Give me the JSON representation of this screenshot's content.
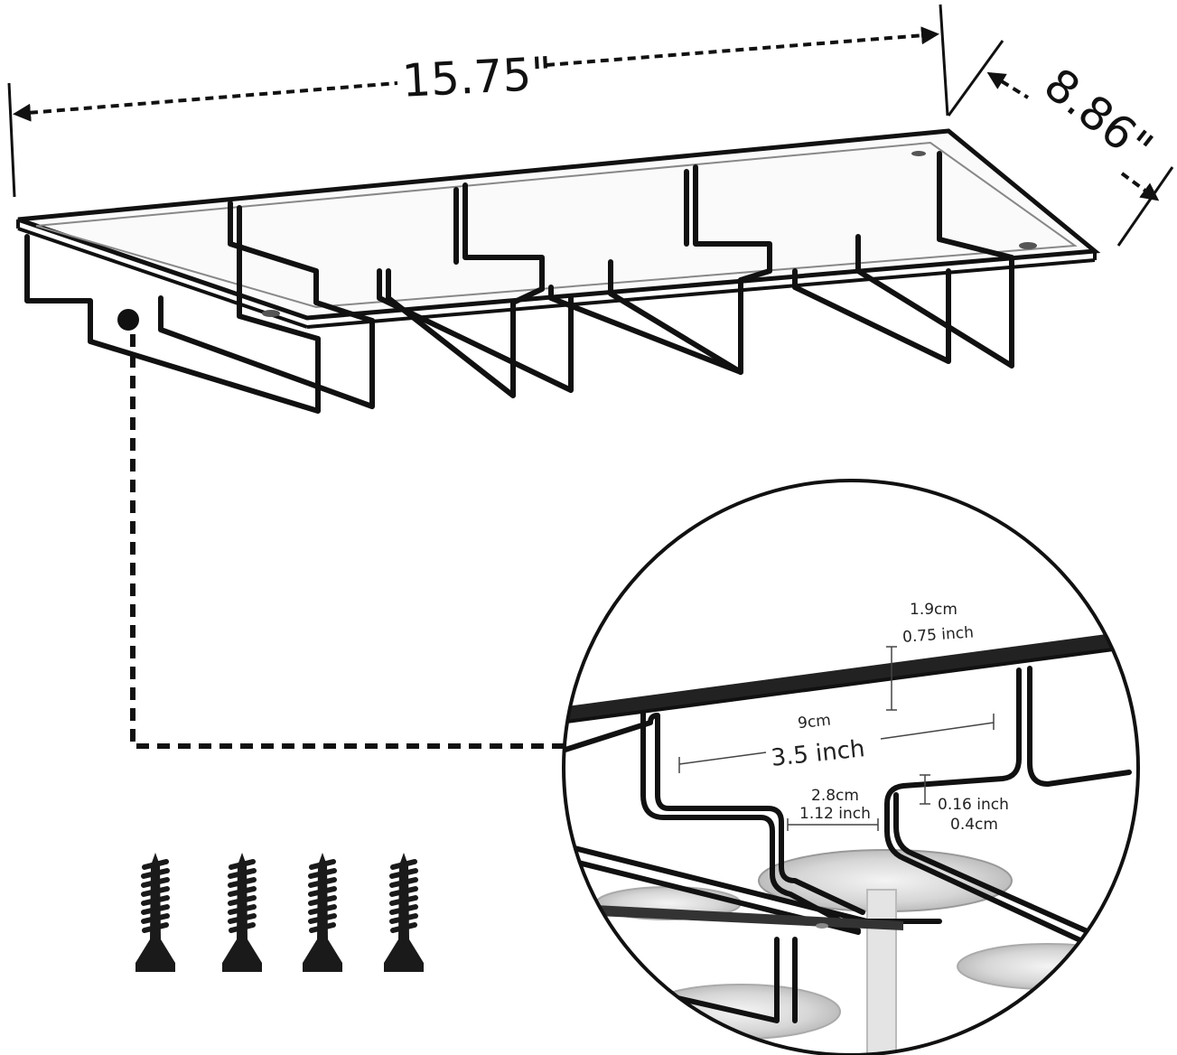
{
  "dimensions": {
    "length": "15.75\"",
    "depth": "8.86\"",
    "top_bar_cm": "1.9cm",
    "top_bar_inch": "0.75 inch",
    "slot_width_cm": "9cm",
    "slot_width_inch": "3.5 inch",
    "gap_cm": "2.8cm",
    "gap_inch": "1.12 inch",
    "wire_inch": "0.16 inch",
    "wire_cm": "0.4cm"
  },
  "screws": {
    "count": 4,
    "icon": "screw-icon"
  },
  "colors": {
    "metal": "#111111",
    "background": "#ffffff",
    "glass": "#d8d8d8"
  }
}
